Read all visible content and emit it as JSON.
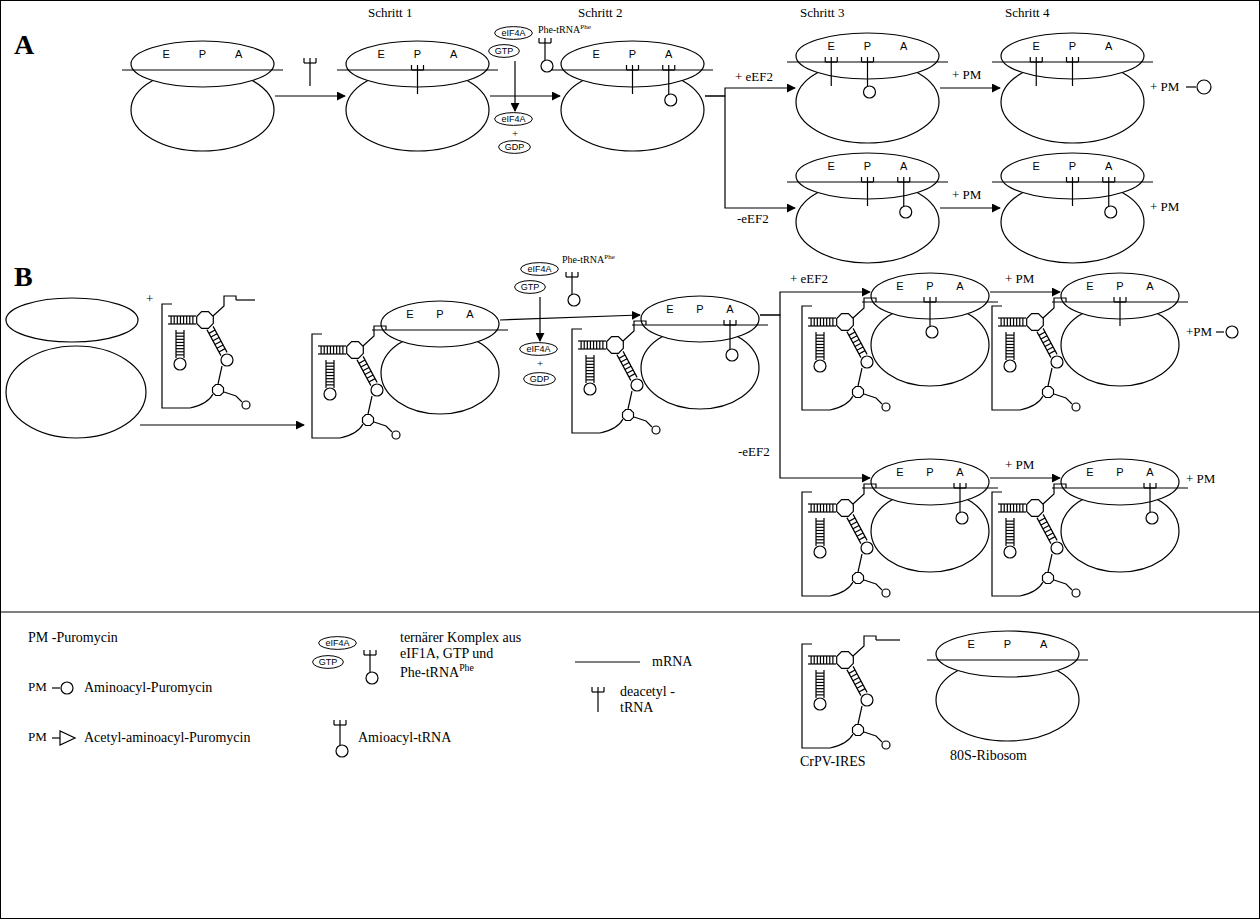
{
  "diagram": {
    "nodes": [
      {
        "text": [
          "E",
          "P",
          "A"
        ]
      },
      {
        "text": [
          "E",
          "P",
          "A"
        ]
      },
      {
        "text": [
          "eIF4A"
        ]
      },
      {
        "text": [
          "GTP"
        ]
      },
      {
        "text": [
          "eIF4A"
        ]
      },
      {
        "text": [
          "GDP"
        ]
      },
      {
        "text": [
          "E",
          "P",
          "A"
        ]
      },
      {
        "text": [
          "E",
          "P",
          "A"
        ]
      },
      {
        "text": [
          "E",
          "P",
          "A"
        ]
      },
      {
        "text": [
          "E",
          "P",
          "A"
        ]
      },
      {
        "text": [
          "E",
          "P",
          "A"
        ]
      },
      {
        "text": [
          "E",
          "P",
          "A"
        ]
      },
      {
        "text": [
          "eIF4A"
        ]
      },
      {
        "text": [
          "GTP"
        ]
      },
      {
        "text": [
          "eIF4A"
        ]
      },
      {
        "text": [
          "GDP"
        ]
      },
      {
        "text": [
          "E",
          "P",
          "A"
        ]
      },
      {
        "text": [
          "E",
          "P",
          "A"
        ]
      },
      {
        "text": [
          "E",
          "P",
          "A"
        ]
      },
      {
        "text": [
          "E",
          "P",
          "A"
        ]
      },
      {
        "text": [
          "E",
          "P",
          "A"
        ]
      },
      {
        "text": [
          "eIF4A"
        ]
      },
      {
        "text": [
          "GTP"
        ]
      },
      {
        "text": [
          "E",
          "P",
          "A"
        ]
      }
    ],
    "edges": [
      {
        "from": 0,
        "to": 1,
        "arrow": "to"
      },
      {
        "from": 1,
        "to": 6,
        "arrow": "to"
      },
      {
        "from": 6,
        "to": 7,
        "arrow": "to",
        "label": "+ eEF2"
      },
      {
        "from": 6,
        "to": 9,
        "arrow": "to",
        "label": "-eEF2"
      },
      {
        "from": 7,
        "to": 8,
        "arrow": "to",
        "label": "+ PM"
      },
      {
        "from": 9,
        "to": 10,
        "arrow": "to",
        "label": "+ PM"
      },
      {
        "from": 11,
        "to": 16,
        "arrow": "to"
      },
      {
        "from": 16,
        "to": 17,
        "arrow": "to",
        "label": "+ eEF2"
      },
      {
        "from": 16,
        "to": 19,
        "arrow": "to",
        "label": "-eEF2"
      },
      {
        "from": 17,
        "to": 18,
        "arrow": "to",
        "label": "+ PM"
      },
      {
        "from": 19,
        "to": 20,
        "arrow": "to",
        "label": "+ PM"
      }
    ],
    "labels": [
      "A",
      "Schritt 1",
      "Schritt 2",
      "Schritt 3",
      "Schritt 4",
      "Phe-tRNA",
      "Phe",
      "+",
      "+ PM",
      "+ PM",
      "B",
      "+",
      "Phe-tRNA",
      "Phe",
      "+",
      "+PM",
      "+ PM",
      "PM",
      "PM",
      "Phe"
    ],
    "legend": [
      {
        "text": "PM -Puromycin"
      },
      {
        "text": "Aminoacyl-Puromycin"
      },
      {
        "text": "Acetyl-aminoacyl-Puromycin"
      },
      {
        "text": "ternärer Komplex aus eIF1A, GTP und Phe-tRNA"
      },
      {
        "text": "mRNA"
      },
      {
        "text": "deacetyl -tRNA"
      },
      {
        "text": "Amioacyl-tRNA"
      },
      {
        "text": "CrPV-IRES"
      },
      {
        "text": "80S-Ribosom"
      }
    ]
  }
}
